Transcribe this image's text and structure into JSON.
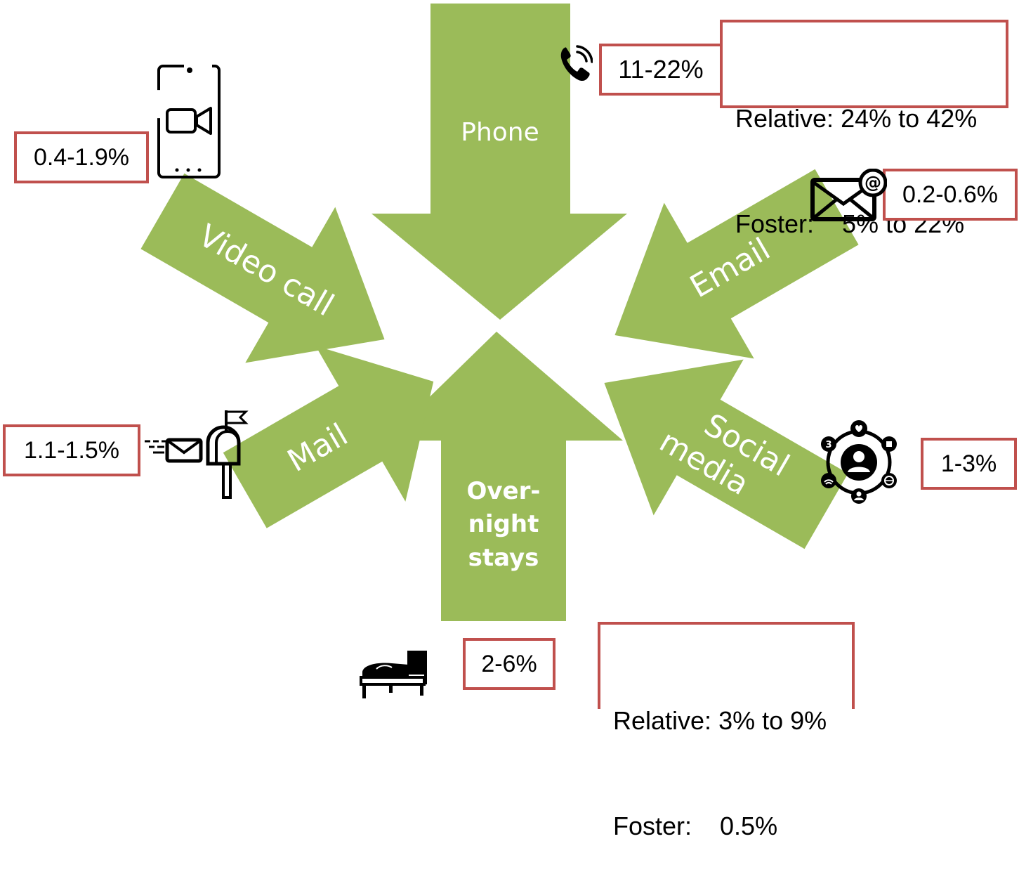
{
  "colors": {
    "arrow_fill": "#9bbb59",
    "box_border": "#c0504d",
    "arrow_text_light": "#ffffff",
    "arrow_text_dark": "#000000"
  },
  "channels": [
    {
      "id": "phone",
      "label": "Phone",
      "range": "11-22%",
      "icon": "phone-icon"
    },
    {
      "id": "video-call",
      "label": "Video call",
      "range": "0.4-1.9%",
      "icon": "video-call-phone-icon"
    },
    {
      "id": "email",
      "label": "Email",
      "range": "0.2-0.6%",
      "icon": "email-envelope-icon"
    },
    {
      "id": "mail",
      "label": "Mail",
      "range": "1.1-1.5%",
      "icon": "mailbox-icon"
    },
    {
      "id": "social-media",
      "label_line1": "Social",
      "label_line2": "media",
      "range": "1-3%",
      "icon": "social-network-icon"
    },
    {
      "id": "overnight-stays",
      "label_line1": "Over-",
      "label_line2": "night",
      "label_line3": "stays",
      "range": "2-6%",
      "icon": "bed-icon"
    }
  ],
  "details": {
    "phone": [
      {
        "text": "Relative: 24% to 42%"
      },
      {
        "text": "Foster:    5% to 22%"
      }
    ],
    "overnight": [
      {
        "text": "Relative: 3% to 9%"
      },
      {
        "text": "Foster:    0.5%"
      }
    ]
  }
}
